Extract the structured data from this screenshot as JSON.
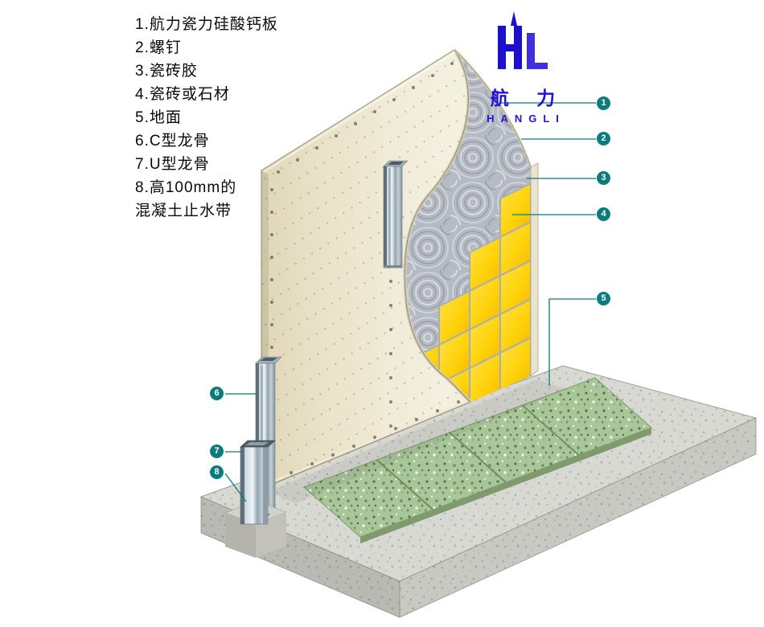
{
  "legend": {
    "lines": [
      "1.航力瓷力硅酸钙板",
      "2.螺钉",
      "3.瓷砖胶",
      "4.瓷砖或石材",
      "5.地面",
      "6.C型龙骨",
      "7.U型龙骨",
      "8.高100mm的",
      "混凝土止水带"
    ]
  },
  "logo": {
    "cn": "航 力",
    "en": "HANGLI",
    "color": "#2013d6"
  },
  "callouts": [
    {
      "num": "1",
      "target": "calcium-silicate-board"
    },
    {
      "num": "2",
      "target": "screw"
    },
    {
      "num": "3",
      "target": "tile-adhesive"
    },
    {
      "num": "4",
      "target": "tile-or-stone"
    },
    {
      "num": "5",
      "target": "floor"
    },
    {
      "num": "6",
      "target": "c-stud"
    },
    {
      "num": "7",
      "target": "u-track"
    },
    {
      "num": "8",
      "target": "concrete-waterstop"
    }
  ],
  "colors": {
    "accent_teal": "#0c7b7b",
    "tile_yellow": "#ffd30a",
    "logo_blue": "#2013d6",
    "board_cream": "#ece5cb",
    "adhesive_gray": "#b6bbc3",
    "granite_green": "#a9c69b",
    "concrete_gray": "#d9d9d3",
    "steel_blue_gray": "#9fb0ba"
  }
}
